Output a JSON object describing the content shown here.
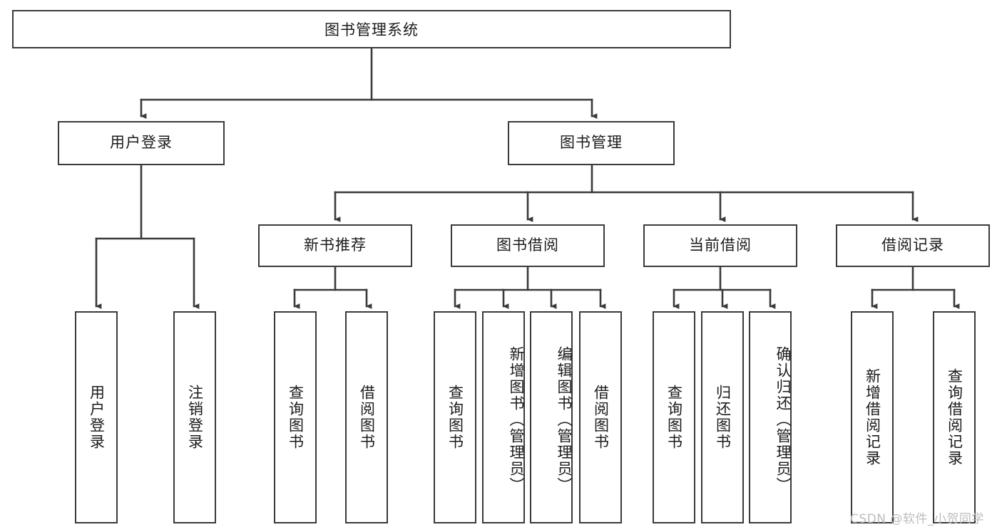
{
  "diagram": {
    "title": "图书管理系统",
    "type": "hierarchy-tree",
    "stroke_color": "#3a3a3a",
    "text_color": "#1b1b1b",
    "background_color": "#ffffff"
  },
  "root": {
    "label": "图书管理系统"
  },
  "level1": [
    {
      "label": "用户登录"
    },
    {
      "label": "图书管理"
    }
  ],
  "level2": [
    {
      "label": "新书推荐"
    },
    {
      "label": "图书借阅"
    },
    {
      "label": "当前借阅"
    },
    {
      "label": "借阅记录"
    }
  ],
  "leaves": {
    "user_login": [
      {
        "label": "用户登录"
      },
      {
        "label": "注销登录"
      }
    ],
    "new_book_recommend": [
      {
        "label": "查询图书"
      },
      {
        "label": "借阅图书"
      }
    ],
    "book_borrow": [
      {
        "label": "查询图书"
      },
      {
        "label": "新增图书（管理员）"
      },
      {
        "label": "编辑图书（管理员）"
      },
      {
        "label": "借阅图书"
      }
    ],
    "current_borrow": [
      {
        "label": "查询图书"
      },
      {
        "label": "归还图书"
      },
      {
        "label": "确认归还（管理员）"
      }
    ],
    "borrow_record": [
      {
        "label": "新增借阅记录"
      },
      {
        "label": "查询借阅记录"
      }
    ]
  },
  "watermark": {
    "text": "CSDN @软件_小贺同学"
  }
}
